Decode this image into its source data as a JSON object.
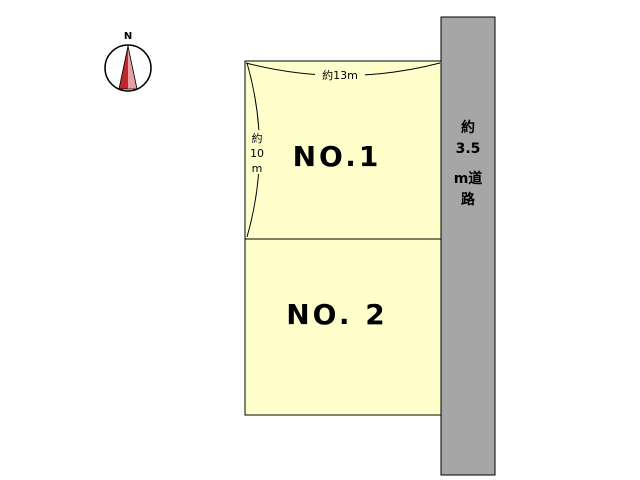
{
  "compass": {
    "north_label": "N",
    "icon": "north-arrow-icon"
  },
  "lots": [
    {
      "label": "NO.1"
    },
    {
      "label": "NO. 2"
    }
  ],
  "dimensions": {
    "width_label": "約13m",
    "depth_label_chars": [
      "約",
      "10",
      "m"
    ]
  },
  "road": {
    "label_lines": [
      "約",
      "3.5",
      "m道",
      "路"
    ]
  },
  "colors": {
    "lot_fill": "#FFFFCC",
    "road_fill": "#A6A6A6",
    "compass_red": "#C0272D",
    "compass_pink": "#E8A0A0"
  }
}
